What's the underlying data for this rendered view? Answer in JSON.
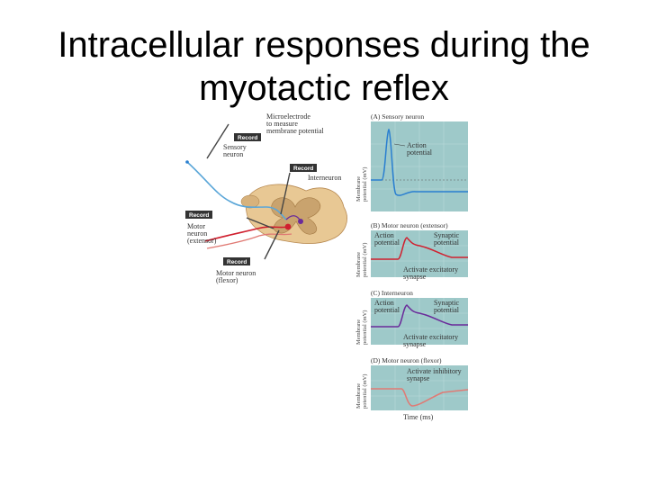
{
  "slide": {
    "title_line1": "Intracellular responses during the",
    "title_line2": "myotactic reflex"
  },
  "figure": {
    "record_label": "Record",
    "microelectrode_label": [
      "Microelectrode",
      "to measure",
      "membrane potential"
    ],
    "sensory_neuron_label": [
      "Sensory",
      "neuron"
    ],
    "interneuron_label": "Interneuron",
    "motor_extensor_label": [
      "Motor",
      "neuron",
      "(extensor)"
    ],
    "motor_flexor_label": [
      "Motor neuron",
      "(flexor)"
    ],
    "time_axis_label": "Time (ms)",
    "panels": [
      {
        "title": "(A) Sensory neuron",
        "ylabel": [
          "Membrane",
          "potential (mV)"
        ],
        "annotations": [
          "Action",
          "potential"
        ],
        "trace_color": "#2a7fd0"
      },
      {
        "title": "(B) Motor neuron (extensor)",
        "ylabel": [
          "Membrane",
          "potential (mV)"
        ],
        "annotations_left": [
          "Action",
          "potential"
        ],
        "annotations_right": [
          "Synaptic",
          "potential"
        ],
        "annotations_bottom": [
          "Activate excitatory",
          "synapse"
        ],
        "trace_color": "#d0202f"
      },
      {
        "title": "(C) Interneuron",
        "ylabel": [
          "Membrane",
          "potential (mV)"
        ],
        "annotations_left": [
          "Action",
          "potential"
        ],
        "annotations_right": [
          "Synaptic",
          "potential"
        ],
        "annotations_bottom": [
          "Activate excitatory",
          "synapse"
        ],
        "trace_color": "#6a2a9a"
      },
      {
        "title": "(D) Motor neuron (flexor)",
        "ylabel": [
          "Membrane",
          "potential (mV)"
        ],
        "annotations_top": [
          "Activate inhibitory",
          "synapse"
        ],
        "trace_color": "#e07a74"
      }
    ],
    "colors": {
      "panel_bg": "#9ec9c9",
      "panel_grid": "#b9dada",
      "spinal_cord": "#e8c894",
      "grey_matter": "#c9a36e",
      "sensory_fiber": "#5aa6d8",
      "record_box": "#333333"
    }
  }
}
